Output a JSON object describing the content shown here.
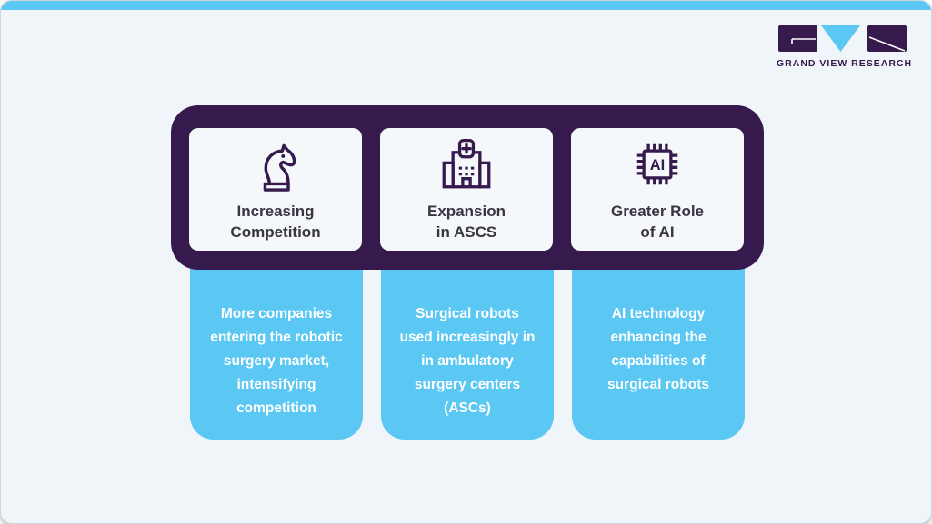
{
  "page": {
    "background": "#eff5f9",
    "topbar_color": "#5bc7f3"
  },
  "logo": {
    "wordmark": "GRAND VIEW RESEARCH",
    "purple": "#371a4d",
    "blue": "#5bc7f3"
  },
  "icons": {
    "ai_chip_label": "AI"
  },
  "cards": {
    "container_color": "#371a4d",
    "tile_bg": "#f5f8fb",
    "detail_bg": "#5bc7f3",
    "items": [
      {
        "icon": "chess-knight-icon",
        "title": "Increasing\nCompetition",
        "description": "More companies\nentering the robotic\nsurgery market,\nintensifying\ncompetition"
      },
      {
        "icon": "hospital-icon",
        "title": "Expansion\nin ASCS",
        "description": "Surgical robots\nused increasingly in\nin ambulatory\nsurgery centers\n(ASCs)"
      },
      {
        "icon": "ai-chip-icon",
        "title": "Greater Role\nof AI",
        "description": "AI technology\nenhancing the\ncapabilities of\nsurgical robots"
      }
    ]
  }
}
